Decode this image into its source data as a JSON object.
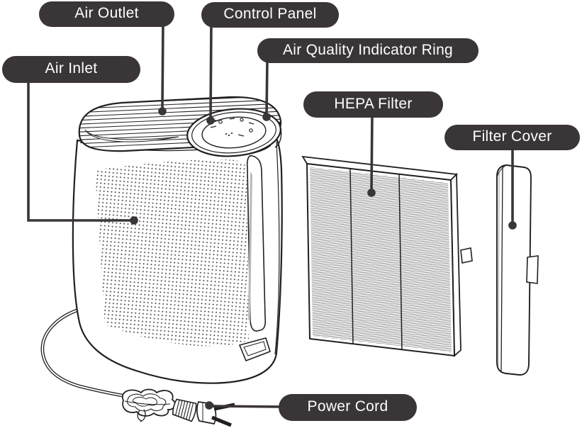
{
  "labels": [
    {
      "id": "air-outlet",
      "text": "Air Outlet"
    },
    {
      "id": "control-panel",
      "text": "Control Panel"
    },
    {
      "id": "air-quality-indicator-ring",
      "text": "Air Quality Indicator Ring"
    },
    {
      "id": "air-inlet",
      "text": "Air Inlet"
    },
    {
      "id": "hepa-filter",
      "text": "HEPA Filter"
    },
    {
      "id": "filter-cover",
      "text": "Filter Cover"
    },
    {
      "id": "power-cord",
      "text": "Power Cord"
    }
  ],
  "colors": {
    "label_bg": "#3a3536",
    "label_text": "#ffffff",
    "line_art": "#231f20",
    "leader": "#3a3536",
    "background": "#ffffff"
  }
}
